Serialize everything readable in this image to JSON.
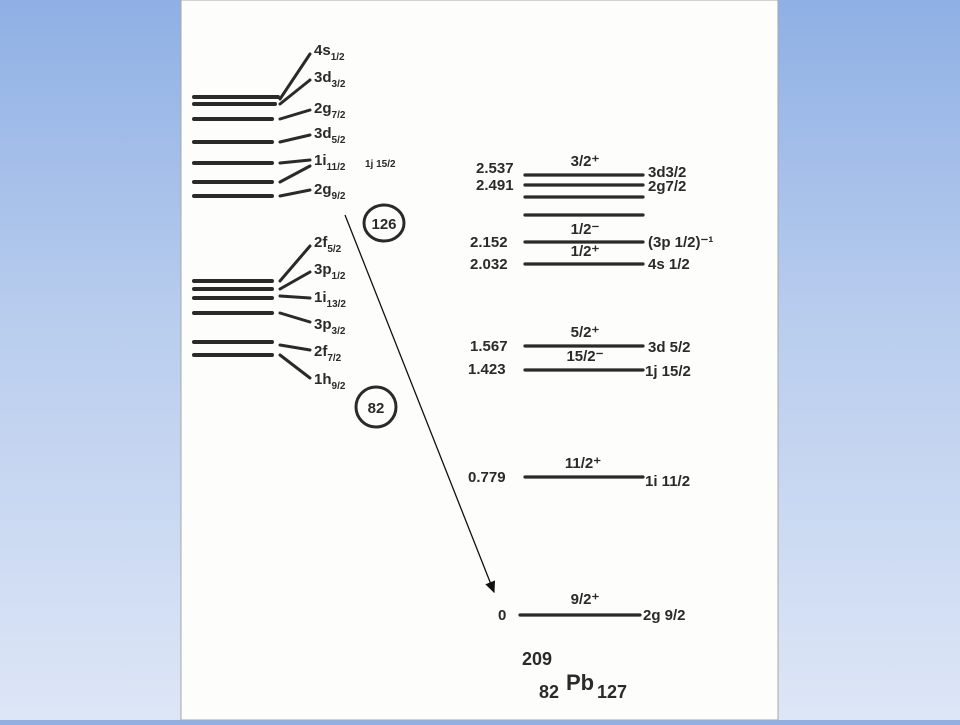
{
  "diagram": {
    "shell_model_levels": [
      {
        "orbital": "4s",
        "j": "1/2"
      },
      {
        "orbital": "3d",
        "j": "3/2"
      },
      {
        "orbital": "2g",
        "j": "7/2"
      },
      {
        "orbital": "3d",
        "j": "5/2"
      },
      {
        "orbital": "1i",
        "j": "11/2"
      },
      {
        "orbital": "2g",
        "j": "9/2"
      },
      {
        "orbital": "2f",
        "j": "5/2"
      },
      {
        "orbital": "3p",
        "j": "1/2"
      },
      {
        "orbital": "1i",
        "j": "13/2"
      },
      {
        "orbital": "3p",
        "j": "3/2"
      },
      {
        "orbital": "2f",
        "j": "7/2"
      },
      {
        "orbital": "1h",
        "j": "9/2"
      }
    ],
    "extra_annotation": "1j 15/2",
    "magic_numbers": [
      "126",
      "82"
    ],
    "pb209_levels": [
      {
        "energy": "2.537",
        "spin_parity": "3/2⁺",
        "config": "3d3/2"
      },
      {
        "energy": "2.491",
        "spin_parity": "",
        "config": "2g7/2"
      },
      {
        "energy": "",
        "spin_parity": "",
        "config": ""
      },
      {
        "energy": "2.152",
        "spin_parity": "1/2⁻",
        "config": "(3p 1/2)⁻¹"
      },
      {
        "energy": "2.032",
        "spin_parity": "1/2⁺",
        "config": "4s 1/2"
      },
      {
        "energy": "1.567",
        "spin_parity": "5/2⁺",
        "config": "3d 5/2"
      },
      {
        "energy": "1.423",
        "spin_parity": "15/2⁻",
        "config": "1j 15/2"
      },
      {
        "energy": "0.779",
        "spin_parity": "11/2⁺",
        "config": "1i 11/2"
      },
      {
        "energy": "0",
        "spin_parity": "9/2⁺",
        "config": "2g 9/2"
      }
    ],
    "nucleus": {
      "mass_number": "209",
      "atomic_number": "82",
      "symbol": "Pb",
      "neutron_number": "127"
    }
  }
}
